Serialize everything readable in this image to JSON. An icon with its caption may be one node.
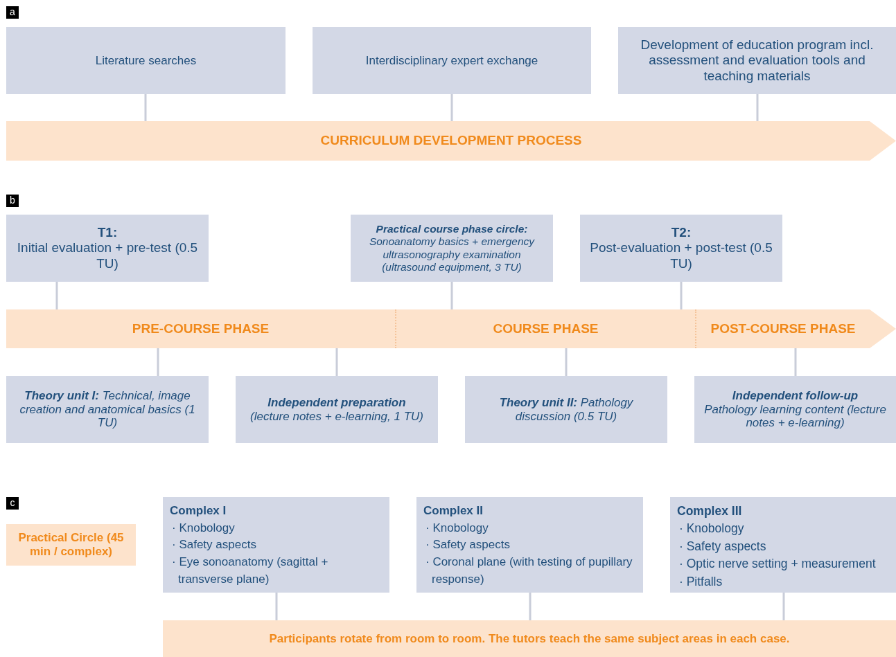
{
  "diagram": {
    "nodes": [
      {
        "text": [
          "Literature searches"
        ]
      },
      {
        "text": [
          "Interdisciplinary expert exchange"
        ]
      },
      {
        "text": [
          "Development of education program incl. assessment and evaluation tools and teaching materials"
        ]
      },
      {
        "text": [
          "CURRICULUM DEVELOPMENT PROCESS"
        ]
      },
      {
        "text": [
          "T1:",
          "Initial evaluation + pre-test (0.5 TU)"
        ]
      },
      {
        "text": [
          "Practical course phase circle:",
          "Sonoanatomy basics + emergency ultrasonography examination (ultrasound equipment, 3 TU)"
        ]
      },
      {
        "text": [
          "T2:",
          "Post-evaluation + post-test (0.5 TU)"
        ]
      },
      {
        "text": [],
        "shape": "arrow"
      },
      {
        "text": [
          "PRE-COURSE PHASE"
        ],
        "in": 7
      },
      {
        "text": [
          "COURSE PHASE"
        ],
        "in": 7
      },
      {
        "text": [
          "POST-COURSE PHASE"
        ],
        "in": 7
      },
      {
        "text": [
          "**Theory unit I:** Technical, image creation and anatomical basics (1 TU)"
        ]
      },
      {
        "text": [
          "Independent preparation",
          "(lecture notes + e-learning, 1 TU)"
        ]
      },
      {
        "text": [
          "**Theory unit II:** Pathology discussion (0.5 TU)"
        ]
      },
      {
        "text": [
          "Independent follow-up",
          "Pathology learning content (lecture notes + e-learning)"
        ]
      },
      {
        "text": [
          "Practical Circle (45 min / complex)"
        ]
      },
      {
        "text": [
          "Complex I",
          "· Knobology",
          "· Safety aspects",
          "· Eye sonoanatomy (sagittal + transverse plane)"
        ]
      },
      {
        "text": [
          "Complex II",
          "· Knobology",
          "· Safety aspects",
          "· Coronal plane (with testing of pupillary response)"
        ]
      },
      {
        "text": [
          "Complex III",
          "· Knobology",
          "· Safety aspects",
          "· Optic nerve setting + measurement",
          "· Pitfalls"
        ]
      },
      {
        "text": [
          "Participants rotate from room to room. The tutors teach the same subject areas in each case."
        ]
      }
    ],
    "edges": [
      {
        "from": 0,
        "to": 3,
        "arrow": "none"
      },
      {
        "from": 1,
        "to": 3,
        "arrow": "none"
      },
      {
        "from": 2,
        "to": 3,
        "arrow": "none"
      },
      {
        "from": 4,
        "to": 7,
        "arrow": "none"
      },
      {
        "from": 5,
        "to": 7,
        "arrow": "none"
      },
      {
        "from": 6,
        "to": 7,
        "arrow": "none"
      },
      {
        "from": 7,
        "to": 11,
        "arrow": "none"
      },
      {
        "from": 7,
        "to": 12,
        "arrow": "none"
      },
      {
        "from": 7,
        "to": 13,
        "arrow": "none"
      },
      {
        "from": 7,
        "to": 14,
        "arrow": "none"
      },
      {
        "from": 16,
        "to": 19,
        "arrow": "none"
      },
      {
        "from": 17,
        "to": 19,
        "arrow": "none"
      },
      {
        "from": 18,
        "to": 19,
        "arrow": "none"
      }
    ],
    "labels": [
      "a",
      "b",
      "c"
    ]
  }
}
